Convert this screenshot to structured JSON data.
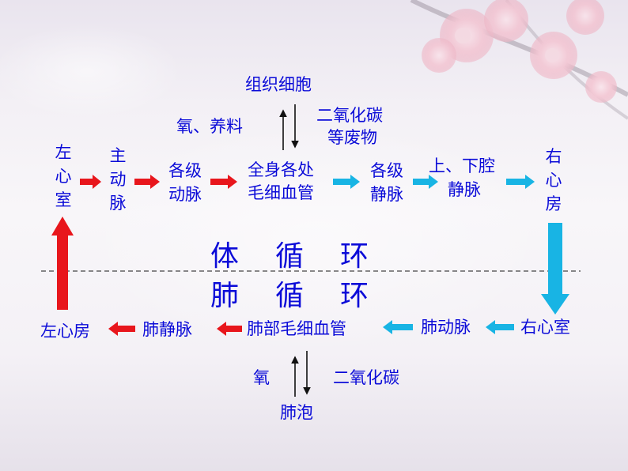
{
  "systemic": {
    "tissue_cells": "组织细胞",
    "oxygen_nutrients": "氧、养料",
    "co2_wastes_line1": "二氧化碳",
    "co2_wastes_line2": "等废物",
    "left_ventricle": "左心室",
    "aorta": "主动脉",
    "arteries_all_levels": "各级动脉",
    "capillaries_line1": "全身各处",
    "capillaries_line2": "毛细血管",
    "veins_all_levels": "各级静脉",
    "vena_cava_line1": "上、下腔",
    "vena_cava_line2": "静脉",
    "right_atrium": "右心房"
  },
  "titles": {
    "systemic_circulation": "体循环",
    "pulmonary_circulation": "肺循环"
  },
  "pulmonary": {
    "left_atrium": "左心房",
    "pulmonary_vein": "肺静脉",
    "lung_capillaries": "肺部毛细血管",
    "pulmonary_artery": "肺动脉",
    "right_ventricle": "右心室",
    "oxygen": "氧",
    "co2": "二氧化碳",
    "alveoli": "肺泡"
  },
  "colors": {
    "text": "#0b0bd8",
    "oxygenated_arrow": "#e8161c",
    "deoxygenated_arrow": "#18b4e4"
  }
}
